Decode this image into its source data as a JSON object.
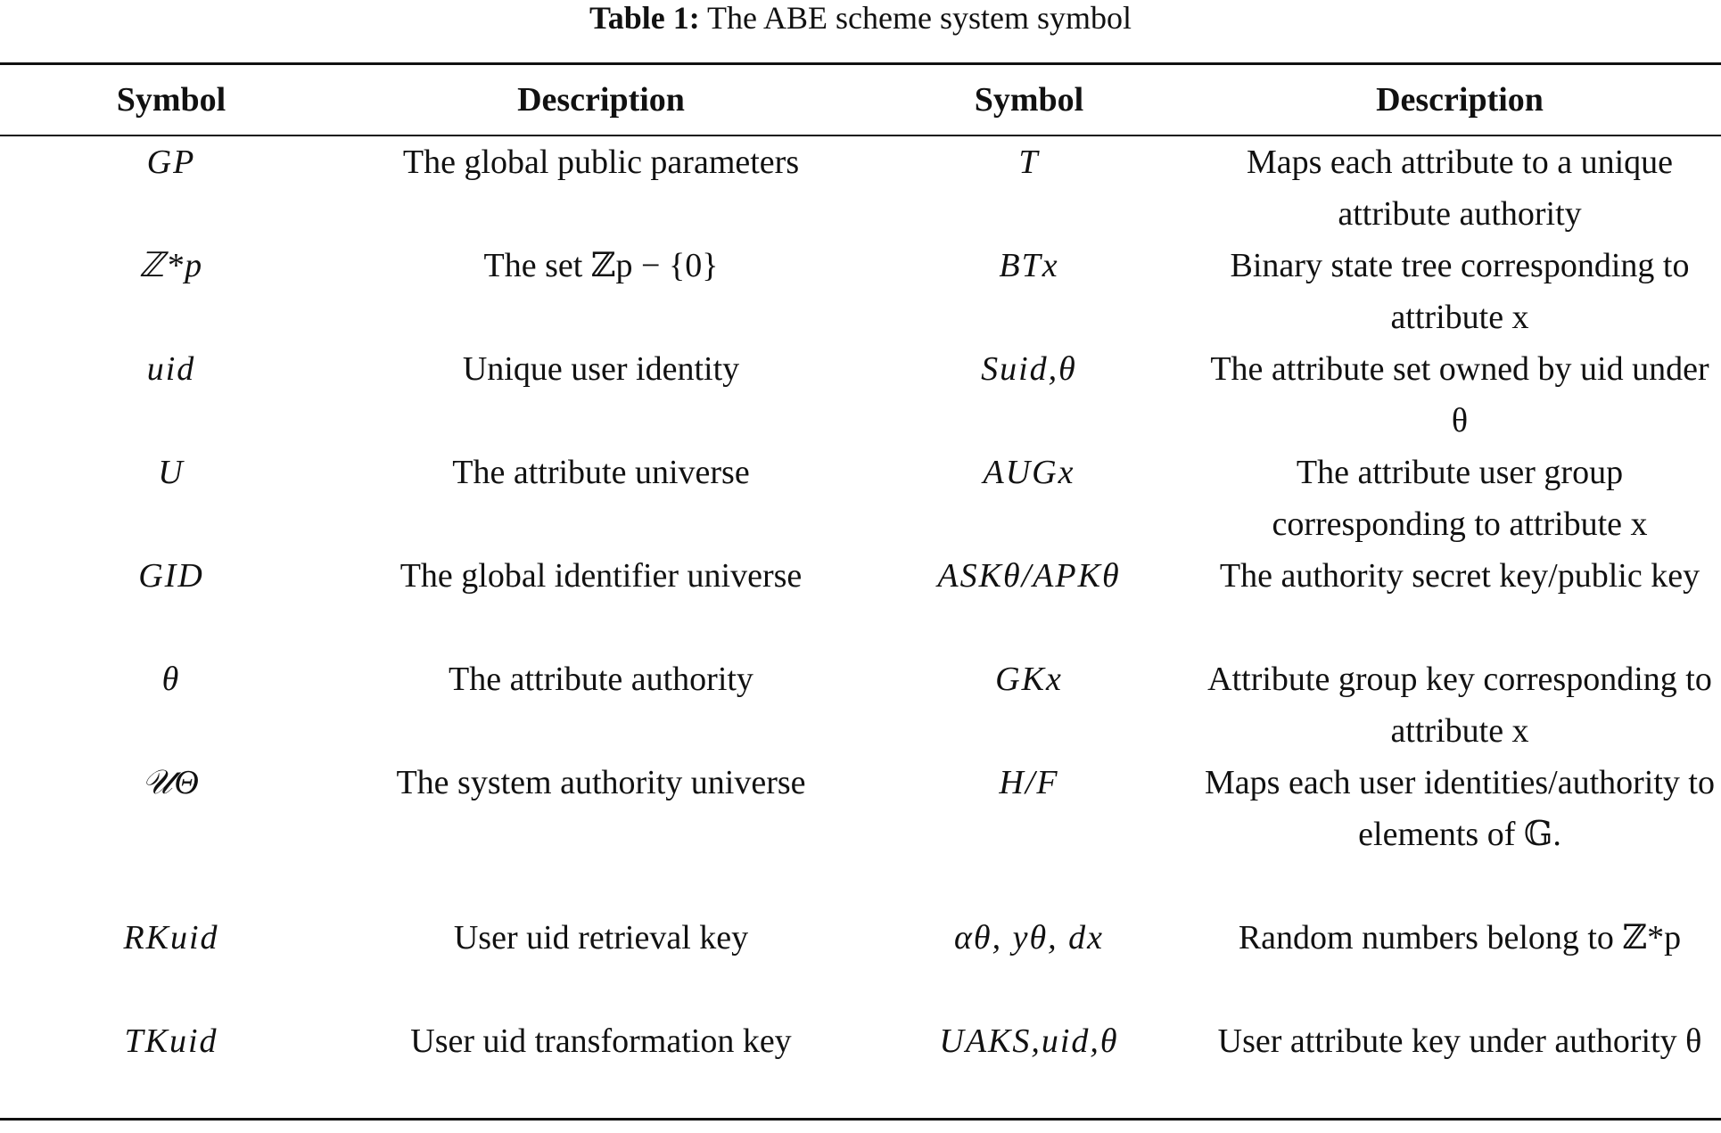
{
  "caption": {
    "label": "Table 1:",
    "text": "The ABE scheme system symbol"
  },
  "headers": [
    "Symbol",
    "Description",
    "Symbol",
    "Description"
  ],
  "rows": [
    {
      "sym1": "GP",
      "desc1": "The global public parameters",
      "sym2": "T",
      "desc2": "Maps each attribute to a unique attribute authority"
    },
    {
      "sym1": "ℤ*p",
      "desc1": "The set ℤp − {0}",
      "sym2": "BTx",
      "desc2": "Binary state tree corresponding to attribute x"
    },
    {
      "sym1": "uid",
      "desc1": "Unique user identity",
      "sym2": "Suid,θ",
      "desc2": "The attribute set owned by uid under θ"
    },
    {
      "sym1": "U",
      "desc1": "The attribute universe",
      "sym2": "AUGx",
      "desc2": "The attribute user group corresponding to attribute x"
    },
    {
      "sym1": "GID",
      "desc1": "The global identifier universe",
      "sym2": "ASKθ/APKθ",
      "desc2": "The authority secret key/public key"
    },
    {
      "sym1": "θ",
      "desc1": "The attribute authority",
      "sym2": "GKx",
      "desc2": "Attribute group key corresponding to attribute x"
    },
    {
      "sym1": "𝒰Θ",
      "desc1": "The system authority universe",
      "sym2": "H/F",
      "desc2": "Maps each user identities/authority to elements of 𝔾."
    },
    {
      "sym1": "RKuid",
      "desc1": "User uid retrieval key",
      "sym2": "αθ, yθ, dx",
      "desc2": "Random numbers belong to ℤ*p"
    },
    {
      "sym1": "TKuid",
      "desc1": "User uid transformation key",
      "sym2": "UAKS,uid,θ",
      "desc2": "User attribute key under authority θ"
    }
  ]
}
